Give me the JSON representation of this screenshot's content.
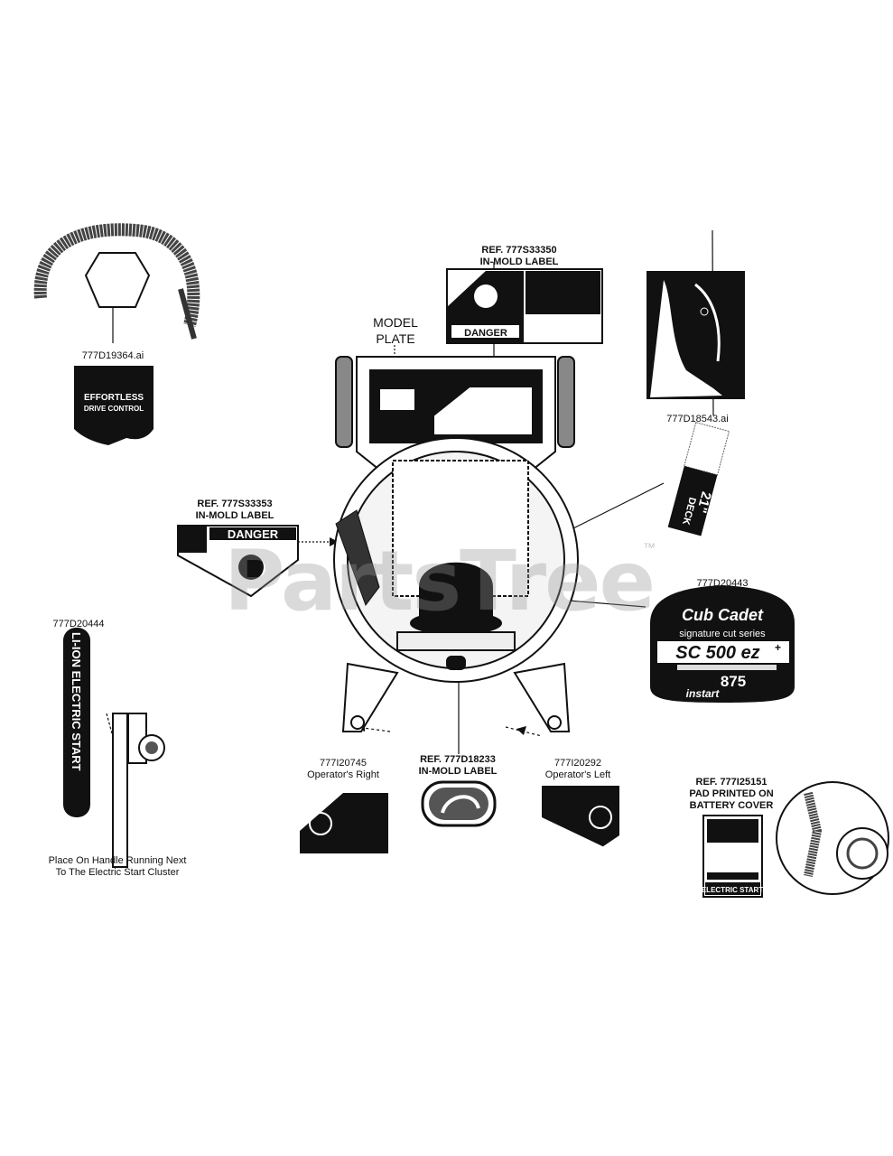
{
  "labels": {
    "ref_777s33350": "REF. 777S33350",
    "in_mold_label_1": "IN-MOLD LABEL",
    "model": "MODEL",
    "plate": "PLATE",
    "part_777d19364": "777D19364.ai",
    "part_777d18543": "777D18543.ai",
    "ref_777s33353": "REF. 777S33353",
    "in_mold_label_2": "IN-MOLD LABEL",
    "part_777d20443": "777D20443",
    "part_777d20444": "777D20444",
    "place_line1": "Place On Handle Running Next",
    "place_line2": "To The Electric Start Cluster",
    "part_777i20745": "777I20745",
    "operators_right": "Operator's Right",
    "ref_777d18233": "REF. 777D18233",
    "in_mold_label_3": "IN-MOLD LABEL",
    "part_777i20292": "777I20292",
    "operators_left": "Operator's Left",
    "ref_777i25151": "REF. 777I25151",
    "pad_printed_on": "PAD PRINTED ON",
    "battery_cover": "BATTERY COVER"
  },
  "decals": {
    "effortless_line1": "EFFORTLESS",
    "effortless_line2": "DRIVE CONTROL",
    "danger_large": "DANGER",
    "danger_small": "DANGER",
    "liion": "LI-ION ELECTRIC START",
    "deck_size": "21\"",
    "deck_word": "DECK",
    "brand": "Cub Cadet",
    "series": "signature cut series",
    "model_name": "SC 500 ez",
    "model_sup": "+",
    "displacement": "875",
    "instart": "instart",
    "electric_start": "ELECTRIC START"
  },
  "watermark": {
    "text": "PartsTree",
    "tm": "™"
  },
  "colors": {
    "ink": "#111111",
    "paper": "#ffffff",
    "watermark": "#969696"
  }
}
